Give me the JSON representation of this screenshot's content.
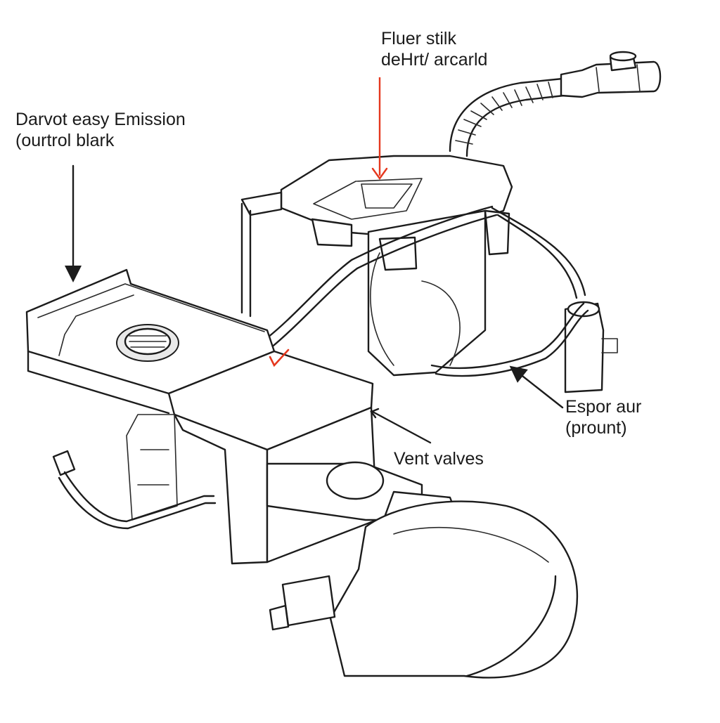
{
  "labels": {
    "emission_line1": "Darvot easy Emission",
    "emission_line2": "(ourtrol blark",
    "fuel_line1": "Fluer stilk",
    "fuel_line2": "deHrt/ arcarld",
    "espor_line1": "Espor aur",
    "espor_line2": "(prount)",
    "vent": "Vent valves"
  },
  "colors": {
    "ink": "#1c1c1c",
    "accent_arrow": "#e5371d",
    "background": "#ffffff"
  }
}
